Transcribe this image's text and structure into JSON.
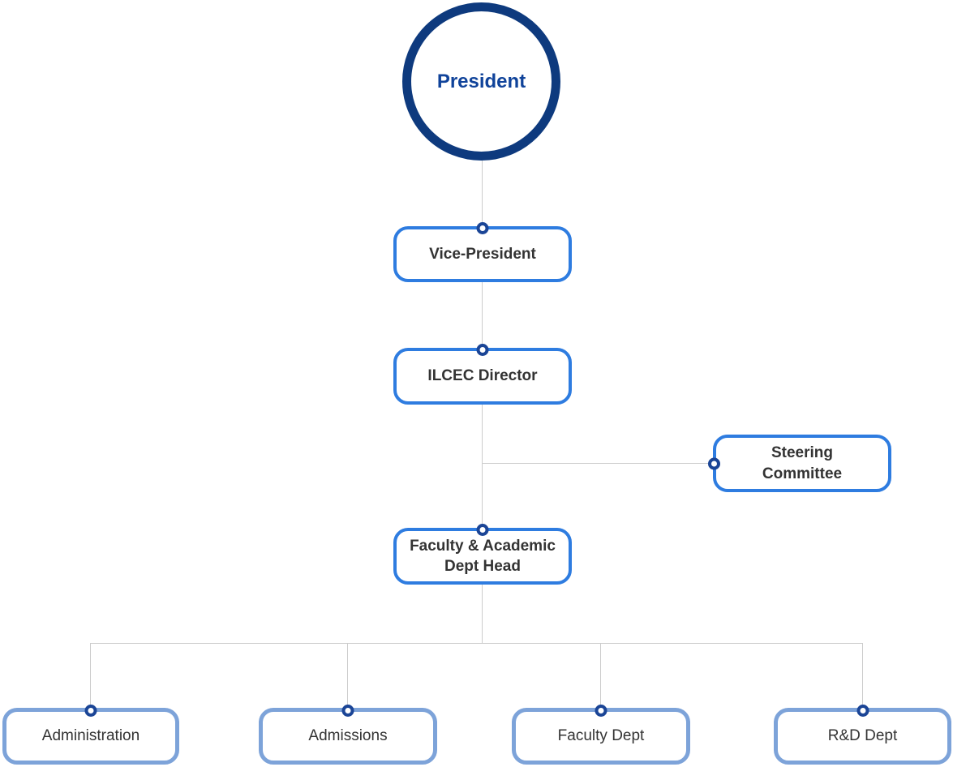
{
  "nodes": {
    "president": {
      "label": "President"
    },
    "vice_president": {
      "label": "Vice-President"
    },
    "ilcec_director": {
      "label": "ILCEC Director"
    },
    "steering_committee": {
      "label_line1": "Steering",
      "label_line2": "Committee"
    },
    "faculty_head": {
      "label_line1": "Faculty & Academic",
      "label_line2": "Dept Head"
    },
    "departments": [
      {
        "label": "Administration"
      },
      {
        "label": "Admissions"
      },
      {
        "label": "Faculty Dept"
      },
      {
        "label": "R&D Dept"
      }
    ]
  },
  "colors": {
    "president_ring": "#0e3a7e",
    "president_text": "#10439a",
    "primary_box_border": "#2e7ce0",
    "secondary_box_border": "#7da3d9",
    "dot_ring": "#1b4596",
    "connector_line": "#cccccc",
    "label_text": "#333333"
  }
}
